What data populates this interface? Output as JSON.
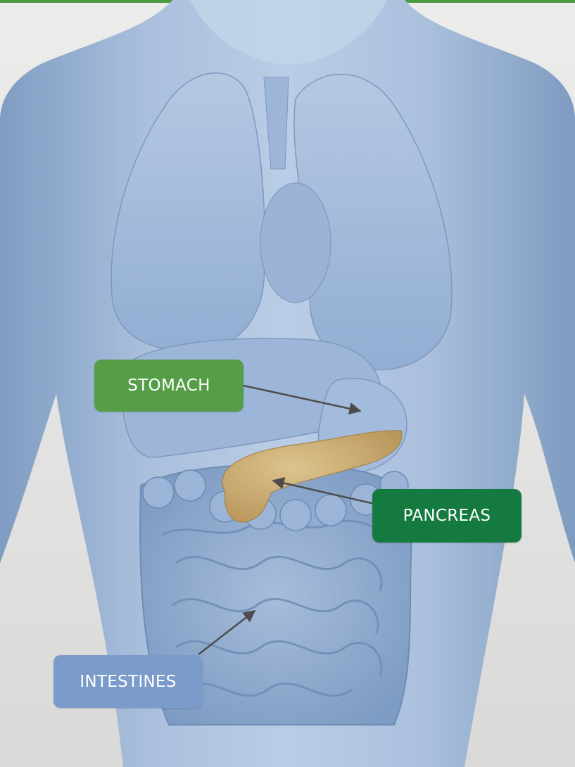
{
  "labels": {
    "stomach": "STOMACH",
    "pancreas": "PANCREAS",
    "intestines": "INTESTINES"
  },
  "colors": {
    "top_bar": "#4b9a3e",
    "stomach_label": "#559e47",
    "pancreas_label": "#157a3f",
    "intestines_label": "#7b9ccb",
    "body": "#a8bedb",
    "pancreas_organ": "#c9ad78",
    "arrow": "#4d4d4d"
  }
}
